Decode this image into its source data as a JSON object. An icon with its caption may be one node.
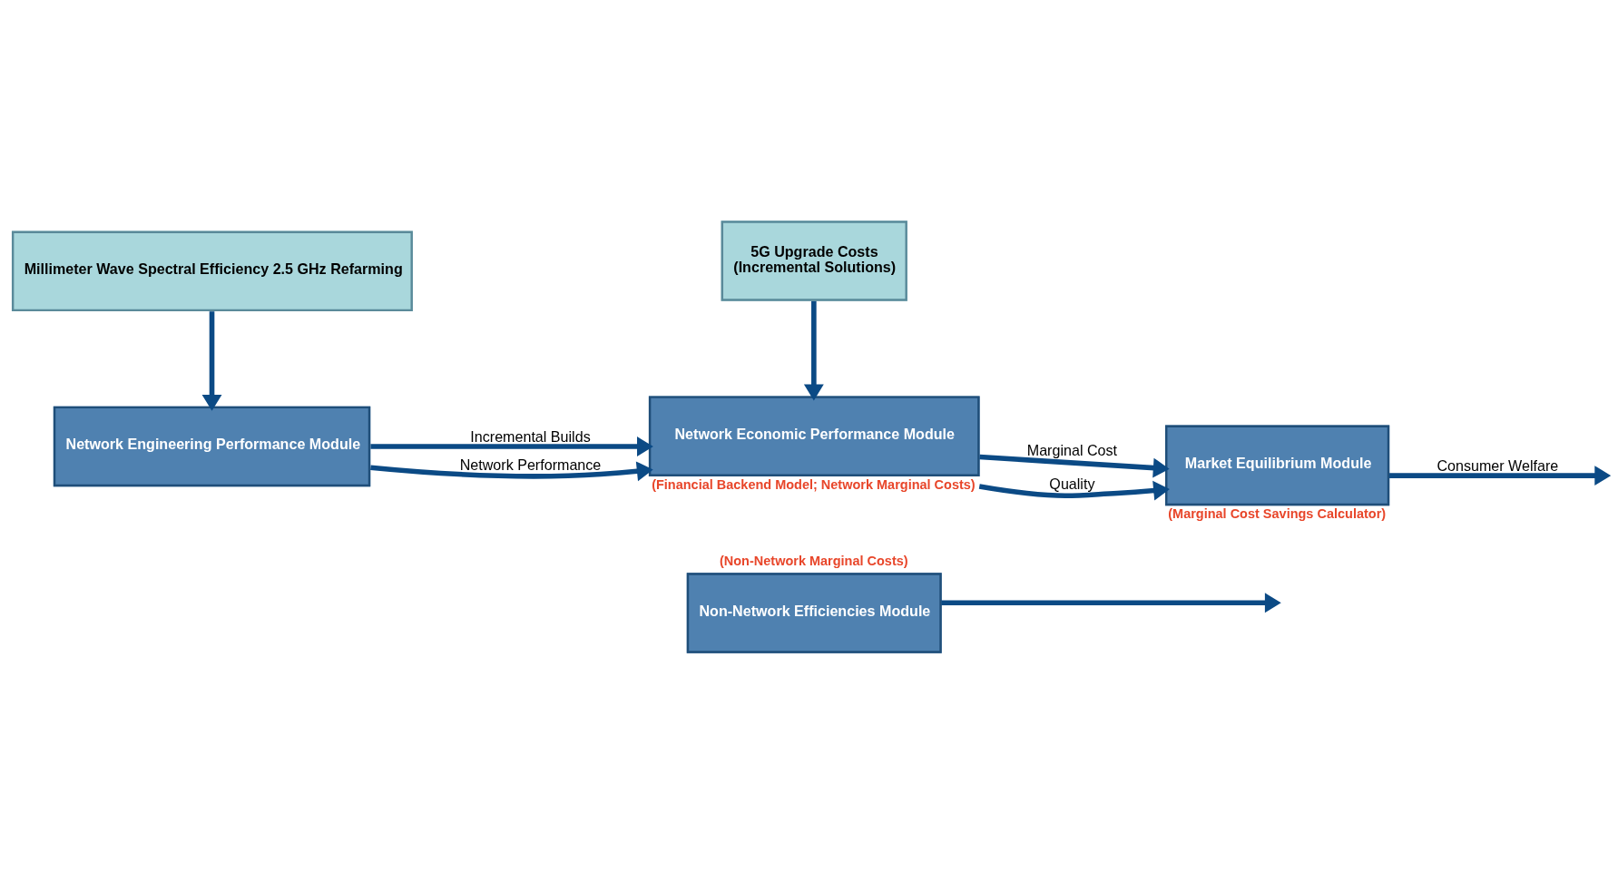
{
  "diagram": {
    "nodes": [
      {
        "text": [
          "Non-Network Efficiencies Module"
        ],
        "beside": [
          "(Non-Network Marginal Costs)"
        ]
      },
      {
        "text": [
          "Network Engineering Performance Module"
        ]
      },
      {
        "text": [
          "Network Economic Performance Module"
        ],
        "beside": [
          "(Financial Backend Model; Network Marginal Costs)"
        ]
      },
      {
        "text": [
          "Market Equilibrium Module"
        ],
        "beside": [
          "(Marginal Cost Savings Calculator)"
        ]
      },
      {
        "text": [
          "Millimeter Wave Spectral Efficiency 2.5 GHz Refarming"
        ]
      },
      {
        "text": [
          "5G Upgrade Costs",
          "(Incremental Solutions)"
        ]
      }
    ],
    "edges": [
      {
        "from": 0,
        "to": null,
        "arrow": "to"
      },
      {
        "from": 1,
        "to": 2,
        "label": "Incremental Builds",
        "arrow": "to"
      },
      {
        "from": 1,
        "to": 2,
        "label": "Network Performance",
        "arrow": "to"
      },
      {
        "from": 2,
        "to": 3,
        "label": "Marginal Cost",
        "arrow": "to"
      },
      {
        "from": 2,
        "to": 3,
        "label": "Quality",
        "arrow": "to"
      },
      {
        "from": 3,
        "to": null,
        "label": "Consumer Welfare",
        "arrow": "to"
      },
      {
        "from": 4,
        "to": 1,
        "arrow": "to"
      },
      {
        "from": 5,
        "to": 2,
        "arrow": "to"
      }
    ]
  }
}
